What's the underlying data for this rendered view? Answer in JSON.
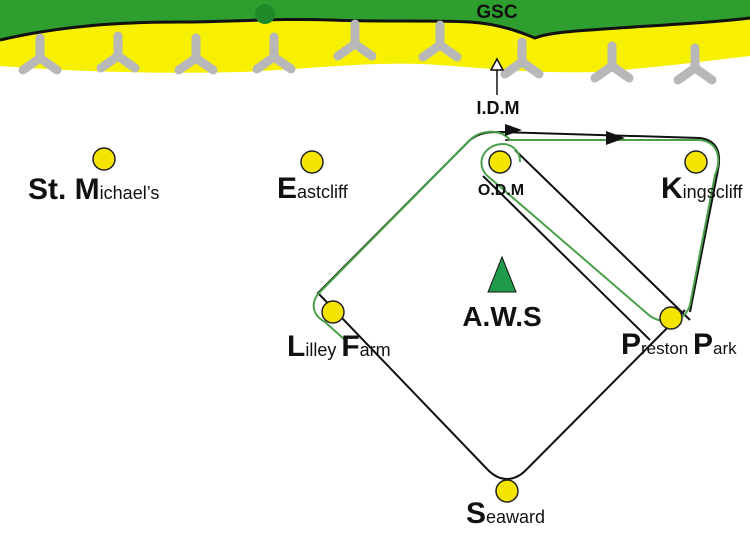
{
  "colors": {
    "grass": "#2e9e2e",
    "grass_edge": "#111111",
    "beach": "#f7f000",
    "groyne": "#b8b8b8",
    "site_fill": "#f5e400",
    "site_stroke": "#222222",
    "route": "#111111",
    "route_green": "#4aa04a",
    "aws": "#1f9a4a"
  },
  "header": {
    "label": "GSC"
  },
  "idm": {
    "label": "I.D.M"
  },
  "aws": {
    "label": "A.W.S"
  },
  "sites": [
    {
      "id": "st-michaels",
      "big": "St. M",
      "small": "ichael’s"
    },
    {
      "id": "eastcliff",
      "big": "E",
      "small": "astcliff"
    },
    {
      "id": "odm",
      "big": "",
      "small": "O.D.M"
    },
    {
      "id": "kingscliff",
      "big": "K",
      "small": "ingscliff"
    },
    {
      "id": "lilley-farm",
      "big": "L",
      "small": "illey ",
      "big2": "F",
      "small2": "arm"
    },
    {
      "id": "preston-park",
      "big": "P",
      "small": "reston ",
      "big2": "P",
      "small2": "ark"
    },
    {
      "id": "seaward",
      "big": "S",
      "small": "eaward"
    }
  ]
}
